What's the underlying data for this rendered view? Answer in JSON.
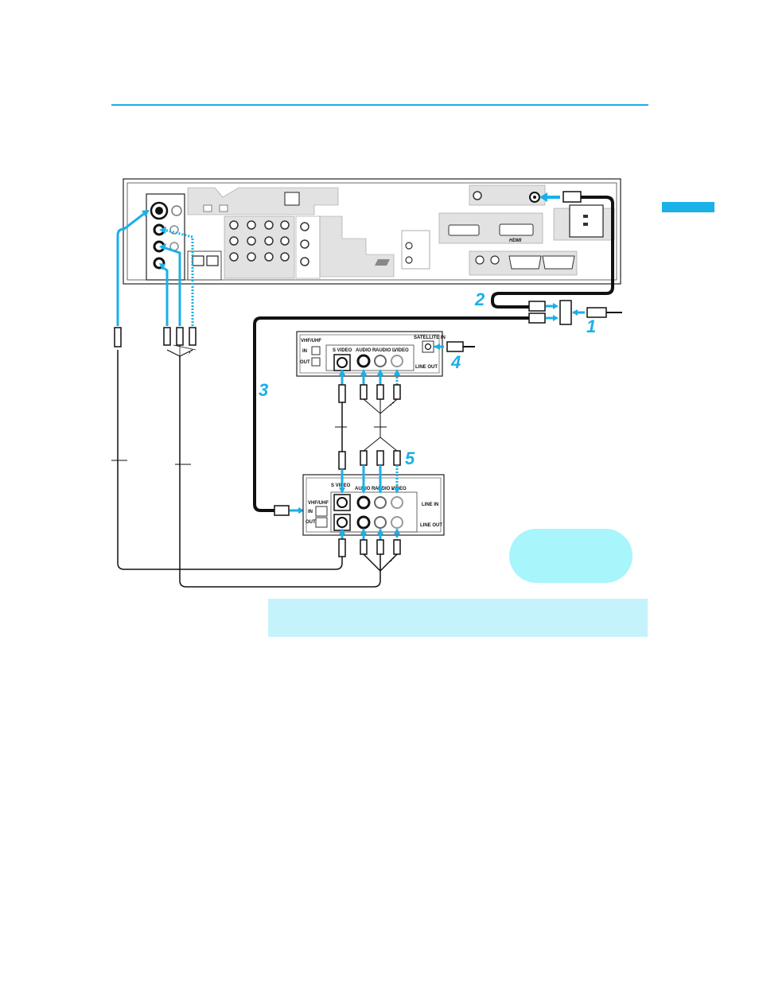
{
  "colors": {
    "accent": "#1ab0e8",
    "note": "#c5f3fb",
    "bubble": "#a8f5fc",
    "cable_dark": "#111111",
    "panel_gray": "#dddddd"
  },
  "steps": {
    "s1": "1",
    "s2": "2",
    "s3": "3",
    "s4": "4",
    "s5": "5"
  },
  "receiver_panel": {
    "vhf_uhf": "VHF/UHF",
    "in": "IN",
    "out": "OUT",
    "s_video": "S VIDEO",
    "audio_r": "AUDIO R",
    "audio_l": "AUDIO L",
    "video": "VIDEO",
    "satellite_in": "SATELLITE IN",
    "line_out": "LINE OUT"
  },
  "vcr_panel": {
    "vhf_uhf": "VHF/UHF",
    "in": "IN",
    "out": "OUT",
    "s_video": "S VIDEO",
    "audio_r": "AUDIO R",
    "audio_l": "AUDIO L",
    "video": "VIDEO",
    "line_in": "LINE IN",
    "line_out": "LINE OUT"
  },
  "tv_panel": {
    "hdmi": "HDMI"
  }
}
